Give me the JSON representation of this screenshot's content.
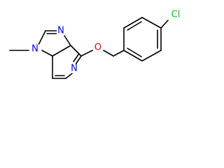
{
  "molecule": {
    "atoms": [
      {
        "id": "n-methyl",
        "symbol": "N",
        "color": "#0000ff"
      },
      {
        "id": "n-imine",
        "symbol": "N",
        "color": "#0000ff"
      },
      {
        "id": "n-pyridine",
        "symbol": "N",
        "color": "#0000ff"
      },
      {
        "id": "o-ether",
        "symbol": "O",
        "color": "#ff0000"
      },
      {
        "id": "cl",
        "symbol": "Cl",
        "color": "#00cc00"
      }
    ]
  }
}
